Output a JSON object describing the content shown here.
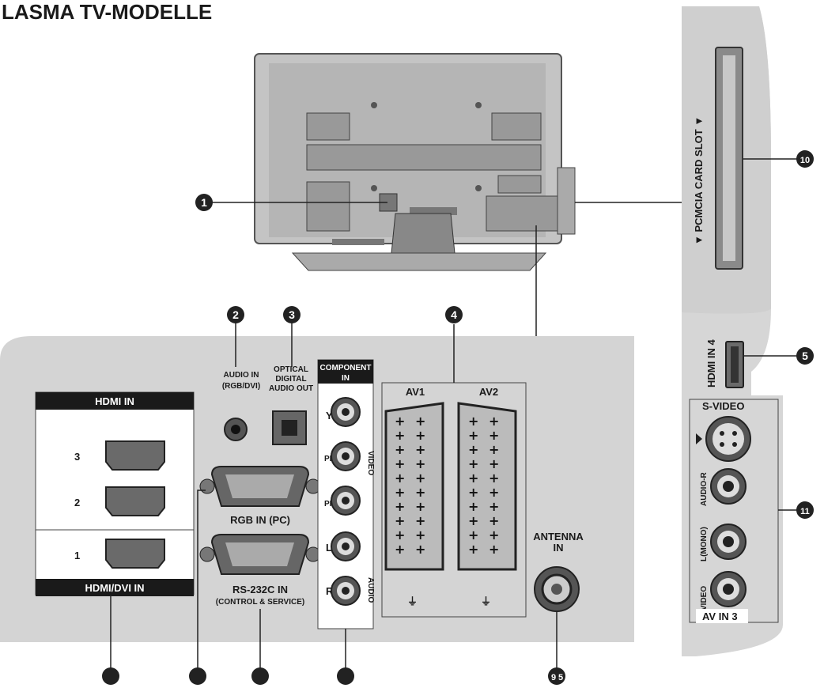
{
  "title": "LASMA TV-MODELLE",
  "labels": {
    "pcmcia": "▼ PCMCIA CARD SLOT ▼",
    "hdmi_in4": "HDMI IN 4",
    "s_video": "S-VIDEO",
    "audio_r": "AUDIO-R",
    "l_mono": "L(MONO)",
    "video_side": "VIDEO",
    "av_in3": "AV IN 3",
    "hdmi_in": "HDMI IN",
    "hdmi_dvi_in": "HDMI/DVI IN",
    "hdmi_3": "3",
    "hdmi_2": "2",
    "hdmi_1": "1",
    "audio_in": "AUDIO IN",
    "rgb_dvi": "(RGB/DVI)",
    "optical": "OPTICAL",
    "digital": "DIGITAL",
    "audio_out": "AUDIO OUT",
    "rgb_in_pc": "RGB IN (PC)",
    "rs232c_in": "RS-232C IN",
    "control_service": "(CONTROL & SERVICE)",
    "component": "COMPONENT",
    "component_in": "IN",
    "y": "Y",
    "pb": "PB",
    "pr": "PR",
    "l": "L",
    "r": "R",
    "video_comp": "VIDEO",
    "audio_comp": "AUDIO",
    "av1": "AV1",
    "av2": "AV2",
    "antenna": "ANTENNA",
    "antenna_in": "IN"
  },
  "callouts": {
    "c1": "1",
    "c2": "2",
    "c3": "3",
    "c4": "4",
    "c5": "5",
    "c9": "9",
    "c9b": "5",
    "c10": "10",
    "c11": "11"
  }
}
